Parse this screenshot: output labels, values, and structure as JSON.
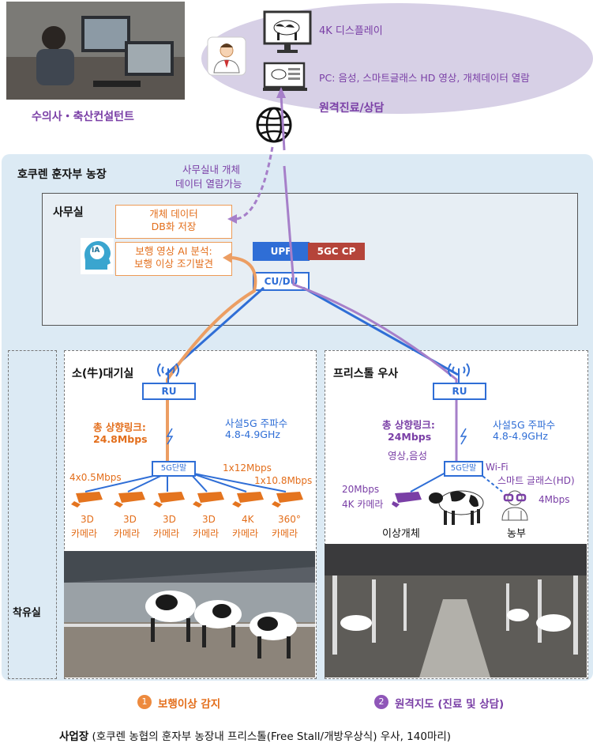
{
  "top": {
    "vet_label": "수의사・축산컨설턴트",
    "display_label": "4K 디스플레이",
    "pc_label": "PC: 음성, 스마트글래스 HD 영상, 개체데이터 열람",
    "remote_label": "원격진료/상담"
  },
  "farm": {
    "title": "호쿠렌 훈자부 농장",
    "office_note_line1": "사무실내 개체",
    "office_note_line2": "데이터 열람가능",
    "office_title": "사무실",
    "db_line1": "개체 데이터",
    "db_line2": "DB화 저장",
    "ai_line1": "보행 영상 AI 분석:",
    "ai_line2": "보행 이상 조기발견",
    "ai_badge": "IA",
    "upf": "UPF",
    "fivegc": "5GC CP",
    "cudu": "CU/DU",
    "milking_room": "착유실"
  },
  "left_panel": {
    "title": "소(牛)대기실",
    "ru": "RU",
    "uplink_line1": "총 상향링크:",
    "uplink_line2": "24.8Mbps",
    "freq_line1": "사설5G 주파수",
    "freq_line2": "4.8-4.9GHz",
    "terminal": "5G단말",
    "rate_left": "4x0.5Mbps",
    "rate_right1": "1x12Mbps",
    "rate_right2": "1x10.8Mbps",
    "cameras": [
      {
        "line1": "3D",
        "line2": "카메라"
      },
      {
        "line1": "3D",
        "line2": "카메라"
      },
      {
        "line1": "3D",
        "line2": "카메라"
      },
      {
        "line1": "3D",
        "line2": "카메라"
      },
      {
        "line1": "4K",
        "line2": "카메라"
      },
      {
        "line1": "360°",
        "line2": "카메라"
      }
    ]
  },
  "right_panel": {
    "title": "프리스톨 우사",
    "ru": "RU",
    "uplink_line1": "총 상향링크:",
    "uplink_line2": "24Mbps",
    "uplink_line3": "영상,음성",
    "freq_line1": "사설5G 주파수",
    "freq_line2": "4.8-4.9GHz",
    "terminal": "5G단말",
    "wifi": "Wi-Fi",
    "glass": "스마트 글래스(HD)",
    "glass_rate": "4Mbps",
    "cam_rate": "20Mbps",
    "cam_label": "4K 카메라",
    "cow_label": "이상개체",
    "farmer_label": "농부"
  },
  "legend": {
    "item1_num": "1",
    "item1_label": "보행이상 감지",
    "item2_num": "2",
    "item2_label": "원격지도 (진료 및 상담)"
  },
  "footer": {
    "bold": "사업장",
    "rest": " (호쿠렌 농협의 훈자부 농장내 프리스톨(Free Stall/개방우상식) 우사, 140마리)"
  },
  "colors": {
    "orange": "#e36e1b",
    "blue": "#2f6ed6",
    "purple": "#7a3fa6",
    "farm_bg": "#dceaf4",
    "cloud": "#d7d0e6"
  }
}
